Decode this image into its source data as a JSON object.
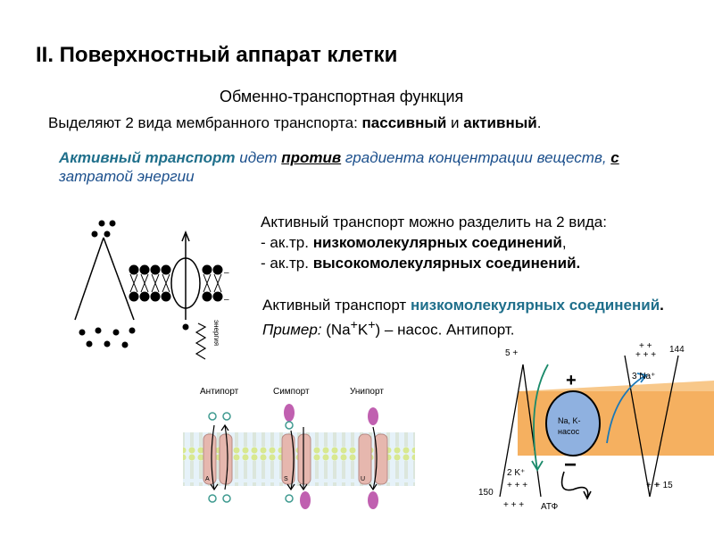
{
  "title": "II. Поверхностный аппарат клетки",
  "heading": "Обменно-транспортная  функция",
  "intro": {
    "prefix": "Выделяют 2 вида мембранного  транспорта: ",
    "passive": "пассивный",
    "and": " и ",
    "active": "активный",
    "dot": "."
  },
  "definition": {
    "term": "Активный транспорт",
    "p1": " идет ",
    "against": "против",
    "p2": "  градиента концентрации веществ, ",
    "with": "с",
    "p3": " затратой энергии"
  },
  "types": {
    "intro": "Активный  транспорт можно разделить на 2 вида:",
    "item1_prefix": "- ак.тр. ",
    "item1_bold": "низкомолекулярных соединений",
    "item1_suffix": ",",
    "item2_prefix": "- ак.тр. ",
    "item2_bold": "высокомолекулярных соединений."
  },
  "example": {
    "prefix": "Активный  транспорт ",
    "highlight1": "низкомолекулярных соединений",
    "dot": ".",
    "example_label": "Пример:",
    "pump": " (Na",
    "plus": "+",
    "k": "K",
    "close": ") – насос. Антипорт."
  },
  "left_figure": {
    "energy_label": "энергия"
  },
  "transport_types": {
    "antiport": "Антипорт",
    "symport": "Симпорт",
    "uniport": "Унипорт",
    "label_a": "А",
    "label_s": "S",
    "label_u": "U"
  },
  "pump_figure": {
    "top_left": "5 +",
    "top_right": "144",
    "na_label": "3 Na⁺",
    "pump_label_1": "Na, K-",
    "pump_label_2": "насос",
    "plus_sign": "+",
    "minus_sign": "−",
    "k_label": "2 K⁺",
    "bottom_left": "150",
    "bottom_right": "+ 15",
    "atp": "АТФ"
  },
  "colors": {
    "accent_blue": "#1b4f8c",
    "accent_teal": "#1f6f8b",
    "membrane_orange": "#f5b060",
    "pump_blue": "#8fb1e0",
    "channel_pink": "#e6b7ae",
    "molecule_violet": "#c060b0",
    "molecule_teal": "#6bb3a8"
  }
}
